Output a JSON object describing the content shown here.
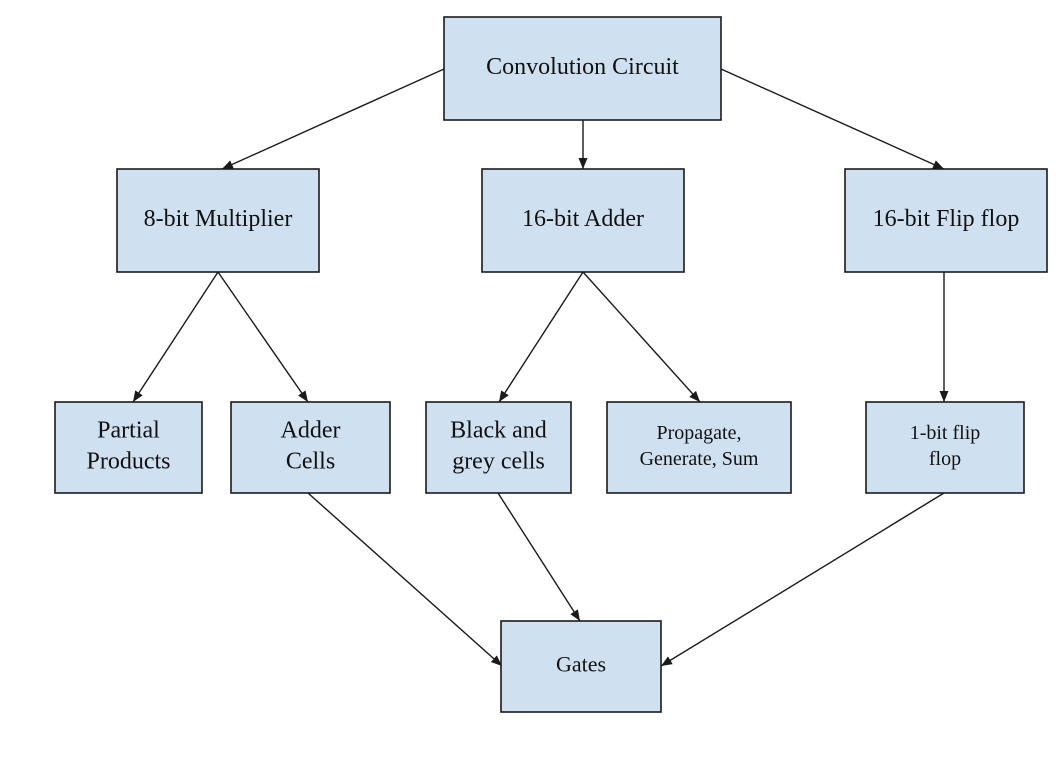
{
  "colors": {
    "box_fill": "#cfe0f1",
    "box_stroke": "#1a1a1a",
    "arrow": "#1a1a1a",
    "background": "#ffffff"
  },
  "nodes": {
    "convolution_circuit": {
      "lines": [
        "Convolution Circuit"
      ]
    },
    "multiplier_8bit": {
      "lines": [
        "8-bit Multiplier"
      ]
    },
    "adder_16bit": {
      "lines": [
        "16-bit Adder"
      ]
    },
    "flipflop_16bit": {
      "lines": [
        "16-bit Flip flop"
      ]
    },
    "partial_products": {
      "lines": [
        "Partial",
        "Products"
      ]
    },
    "adder_cells": {
      "lines": [
        "Adder",
        "Cells"
      ]
    },
    "black_grey_cells": {
      "lines": [
        "Black and",
        "grey cells"
      ]
    },
    "propagate_generate_sum": {
      "lines": [
        "Propagate,",
        "Generate, Sum"
      ]
    },
    "flipflop_1bit": {
      "lines": [
        "1-bit flip",
        "flop"
      ]
    },
    "gates": {
      "lines": [
        "Gates"
      ]
    }
  },
  "edges": [
    {
      "from": "convolution_circuit",
      "to": "multiplier_8bit"
    },
    {
      "from": "convolution_circuit",
      "to": "adder_16bit"
    },
    {
      "from": "convolution_circuit",
      "to": "flipflop_16bit"
    },
    {
      "from": "multiplier_8bit",
      "to": "partial_products"
    },
    {
      "from": "multiplier_8bit",
      "to": "adder_cells"
    },
    {
      "from": "adder_16bit",
      "to": "black_grey_cells"
    },
    {
      "from": "adder_16bit",
      "to": "propagate_generate_sum"
    },
    {
      "from": "flipflop_16bit",
      "to": "flipflop_1bit"
    },
    {
      "from": "adder_cells",
      "to": "gates"
    },
    {
      "from": "black_grey_cells",
      "to": "gates"
    },
    {
      "from": "flipflop_1bit",
      "to": "gates"
    }
  ]
}
